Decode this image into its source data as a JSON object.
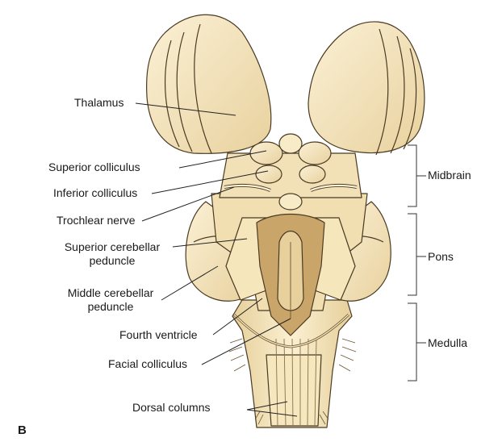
{
  "panel_letter": "B",
  "labels": {
    "thalamus": "Thalamus",
    "superior_colliculus": "Superior colliculus",
    "inferior_colliculus": "Inferior colliculus",
    "trochlear_nerve": "Trochlear nerve",
    "superior_cerebellar_peduncle_1": "Superior cerebellar",
    "superior_cerebellar_peduncle_2": "peduncle",
    "middle_cerebellar_peduncle_1": "Middle cerebellar",
    "middle_cerebellar_peduncle_2": "peduncle",
    "fourth_ventricle": "Fourth ventricle",
    "facial_colliculus": "Facial colliculus",
    "dorsal_columns": "Dorsal columns"
  },
  "regions": {
    "midbrain": "Midbrain",
    "pons": "Pons",
    "medulla": "Medulla"
  },
  "colors": {
    "tissue": "#f4e4bc",
    "tissue_light": "#faf0d4",
    "tissue_shadow": "#d9c089",
    "outline": "#4a3a22",
    "ventricle": "#c9a569",
    "leader": "#222222"
  }
}
